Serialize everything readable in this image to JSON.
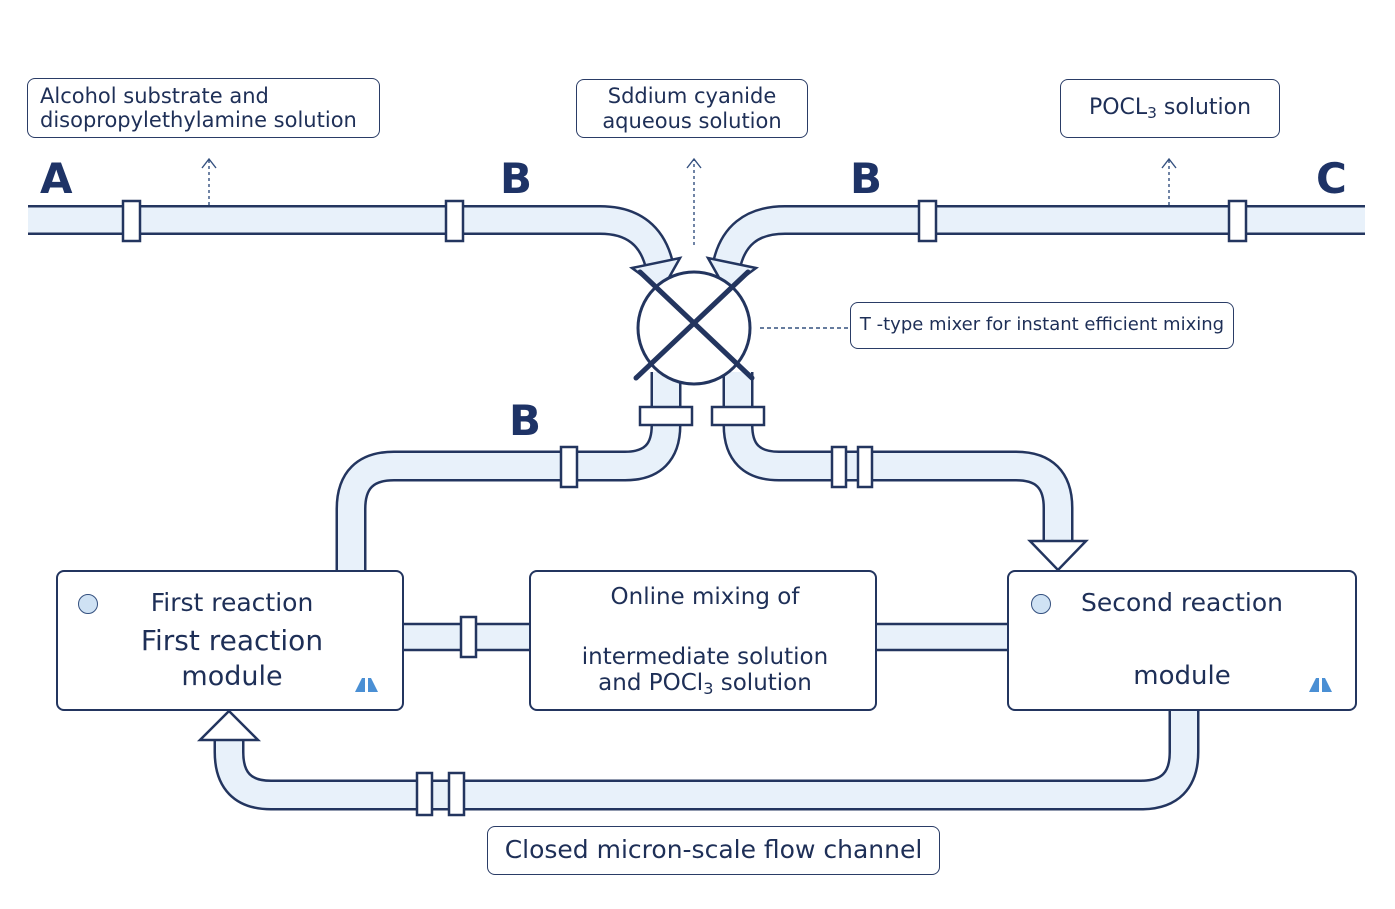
{
  "inputs": {
    "a": {
      "letter": "A",
      "line1": "Alcohol substrate and",
      "line2": "disopropylethylamine solution"
    },
    "b_top_left": {
      "letter": "B"
    },
    "b_top_right": {
      "letter": "B"
    },
    "sodium_cyanide": {
      "line1": "Sddium cyanide",
      "line2": "aqueous solution"
    },
    "c": {
      "letter": "C",
      "pocl3_prefix": "POCL",
      "pocl3_sub": "3",
      "pocl3_suffix": " solution"
    }
  },
  "mixer": {
    "label": "T -type mixer for instant efficient mixing"
  },
  "b_lower": {
    "letter": "B"
  },
  "first_module": {
    "line1": "First reaction",
    "line2": "First reaction",
    "line3": "module"
  },
  "online_mixing": {
    "line1": "Online mixing of",
    "line2": "intermediate solution",
    "line3_prefix": "and POCl",
    "line3_sub": "3",
    "line3_suffix": " solution"
  },
  "second_module": {
    "line1": "Second reaction",
    "line2": "module"
  },
  "channel": {
    "label": "Closed micron-scale flow channel"
  },
  "colors": {
    "pipe_edge": "#23355f",
    "pipe_fill": "#e6f0fa",
    "text": "#1e2f57",
    "accent_icon": "#4a8fd4"
  }
}
